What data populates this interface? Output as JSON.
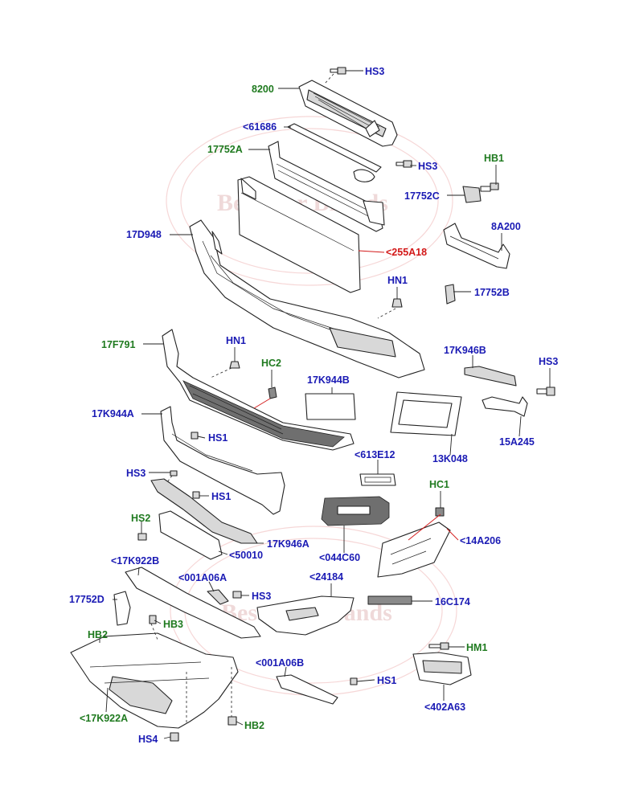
{
  "watermark": {
    "top_text": "Best Car Brands",
    "bottom_text": "Best Car Brands"
  },
  "labels": {
    "l_hs3_top": "HS3",
    "l_8200": "8200",
    "l_61686": "<61686",
    "l_17752A": "17752A",
    "l_hs3_mid": "HS3",
    "l_hb1": "HB1",
    "l_17752C": "17752C",
    "l_8A200": "8A200",
    "l_17D948": "17D948",
    "l_255A18": "<255A18",
    "l_hn1_a": "HN1",
    "l_17752B": "17752B",
    "l_17F791": "17F791",
    "l_hn1_b": "HN1",
    "l_hc2": "HC2",
    "l_17K946B": "17K946B",
    "l_hs3_right": "HS3",
    "l_17K944B": "17K944B",
    "l_17K944A": "17K944A",
    "l_hs1_a": "HS1",
    "l_15A245": "15A245",
    "l_13K048": "13K048",
    "l_613E12": "<613E12",
    "l_hs3_left": "HS3",
    "l_hs1_b": "HS1",
    "l_hc1": "HC1",
    "l_hs2": "HS2",
    "l_17K946A": "17K946A",
    "l_14A206": "<14A206",
    "l_50010": "<50010",
    "l_044C60": "<044C60",
    "l_17K922B": "<17K922B",
    "l_001A06A": "<001A06A",
    "l_24184": "<24184",
    "l_17752D": "17752D",
    "l_hs3_low": "HS3",
    "l_16C174": "16C174",
    "l_hb3": "HB3",
    "l_hb2_a": "HB2",
    "l_hm1": "HM1",
    "l_001A06B": "<001A06B",
    "l_hs1_c": "HS1",
    "l_402A63": "<402A63",
    "l_17K922A": "<17K922A",
    "l_hb2_b": "HB2",
    "l_hs4": "HS4"
  },
  "colors": {
    "blue": "#1a1ab4",
    "green": "#1f7a1f",
    "red": "#d31919"
  }
}
